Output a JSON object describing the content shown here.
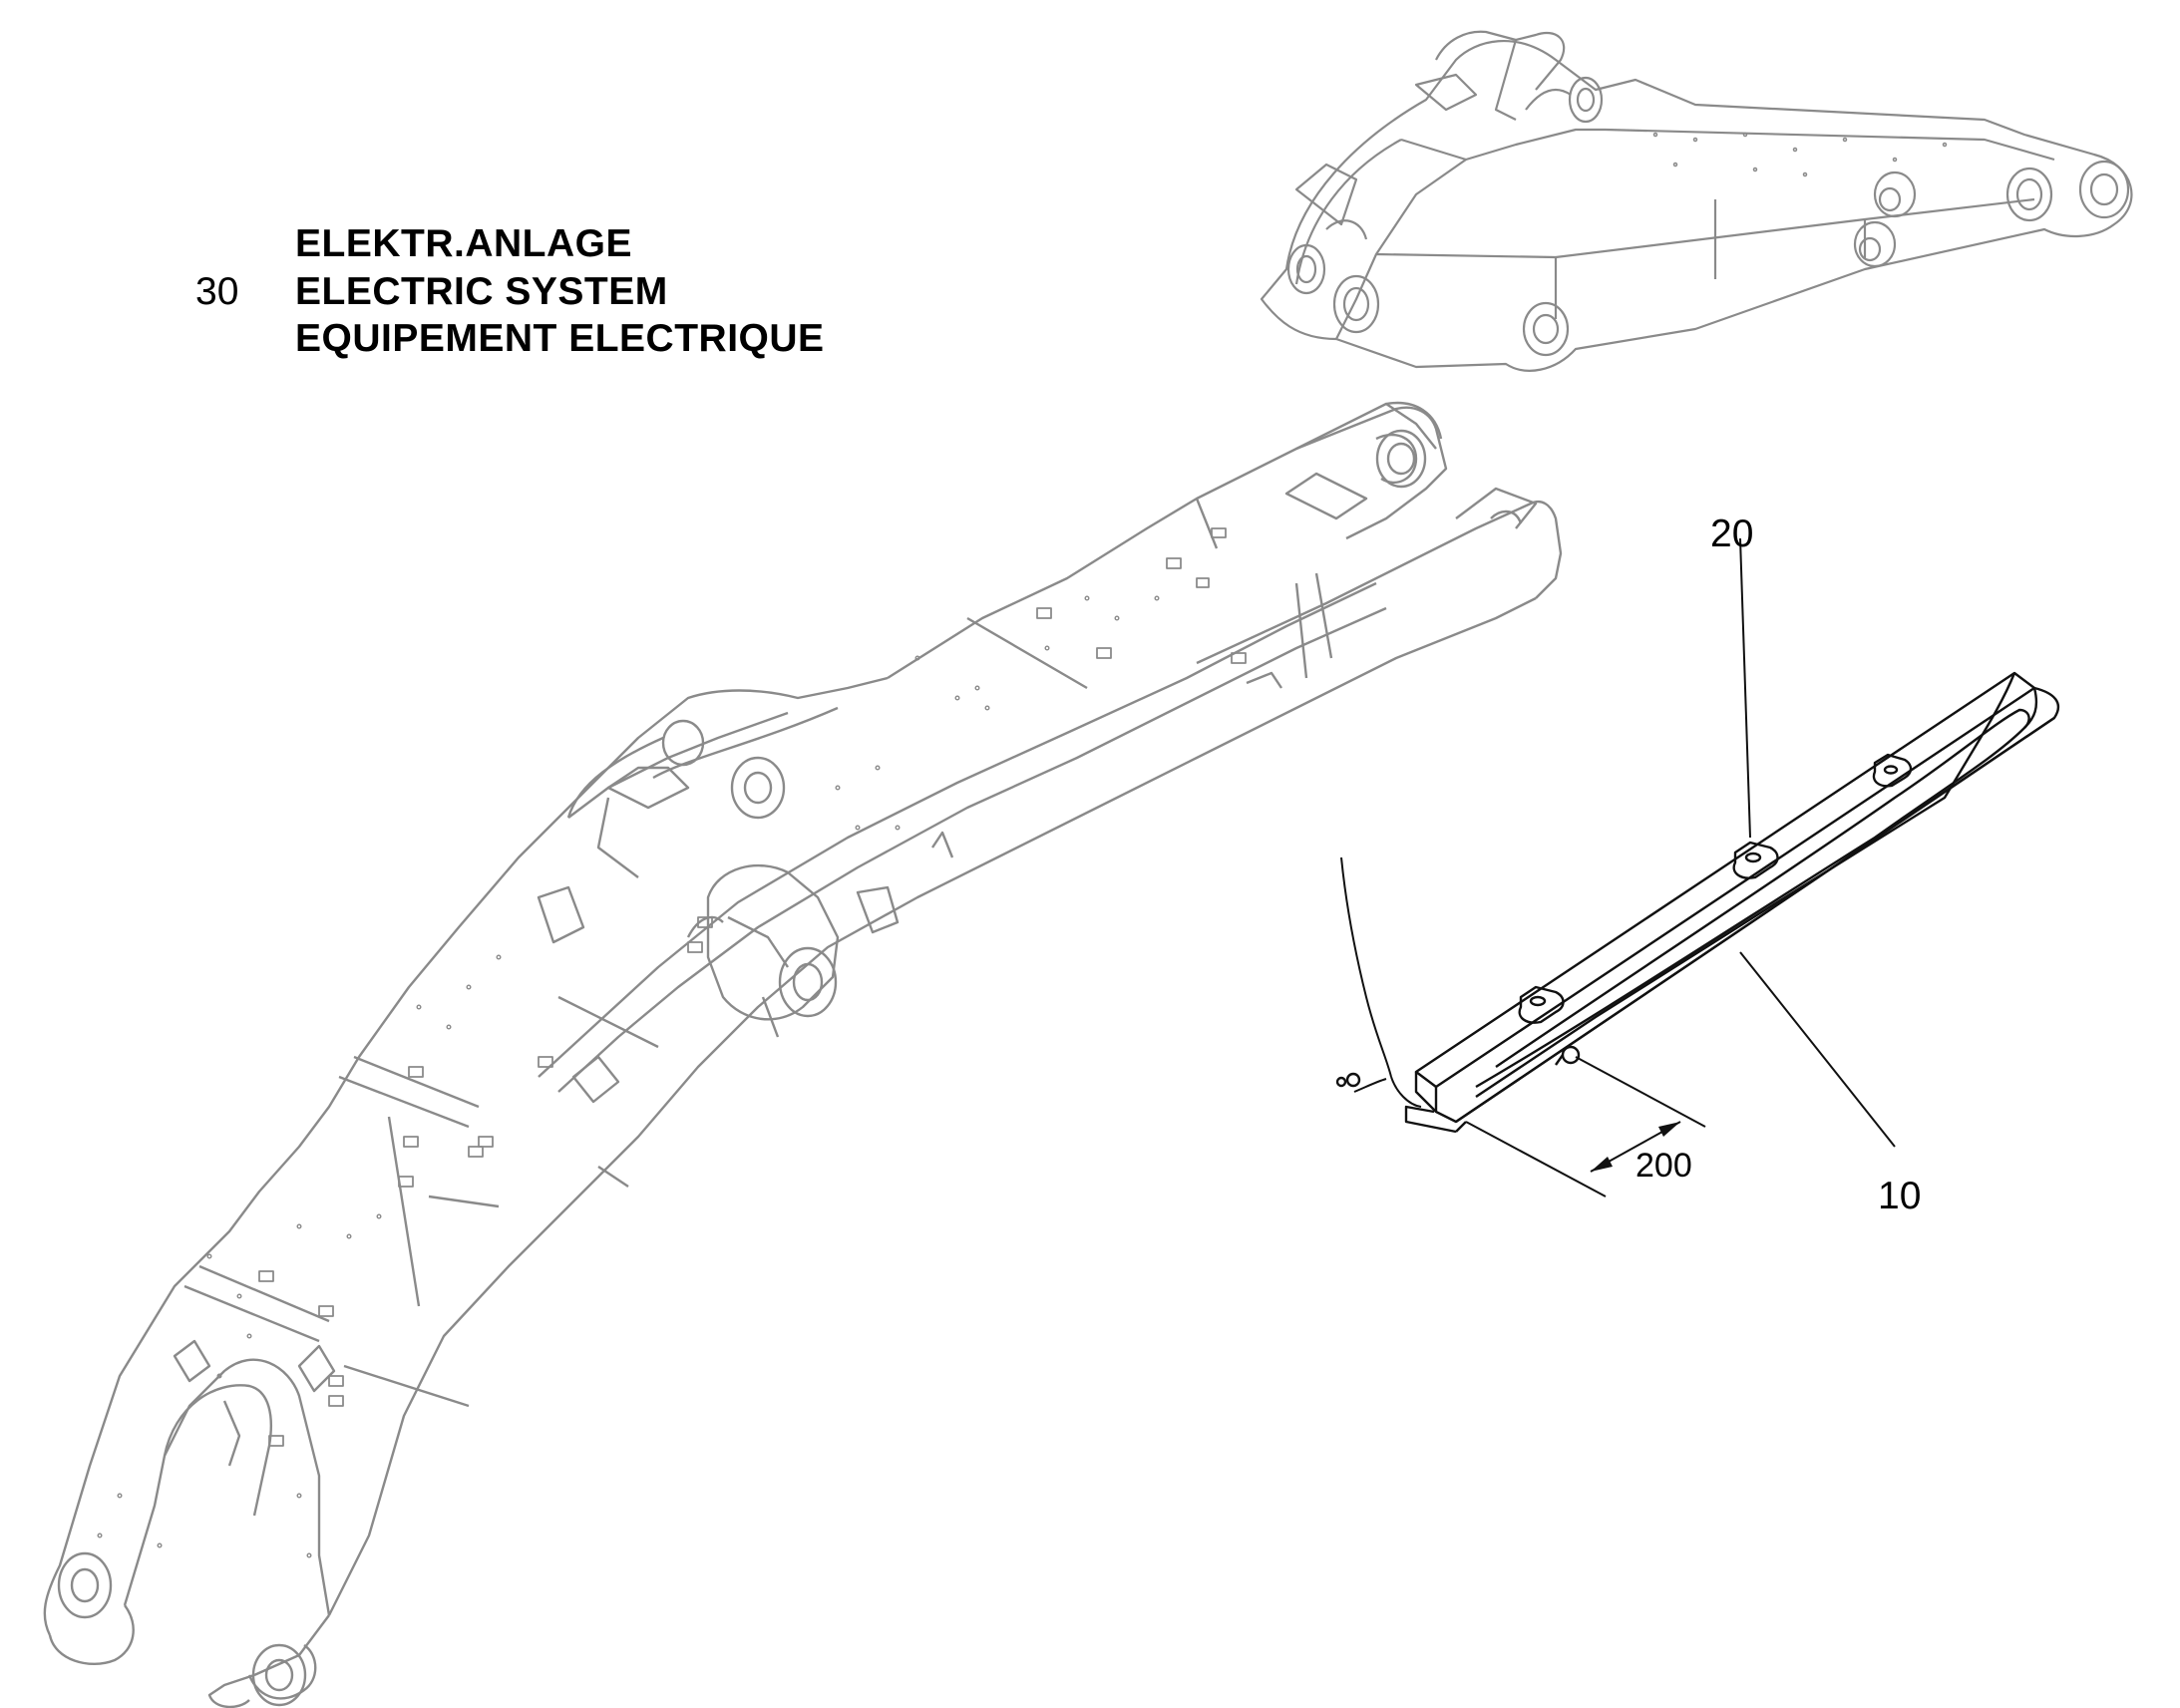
{
  "header": {
    "group_number": "30",
    "title_de": "ELEKTR.ANLAGE",
    "title_en": "ELECTRIC SYSTEM",
    "title_fr": "EQUIPEMENT ELECTRIQUE"
  },
  "callouts": {
    "item_20": "20",
    "item_10": "10",
    "dimension": "200"
  },
  "colors": {
    "outline_gray": "#8a8a8a",
    "outline_dark": "#111111",
    "text": "#000000"
  }
}
